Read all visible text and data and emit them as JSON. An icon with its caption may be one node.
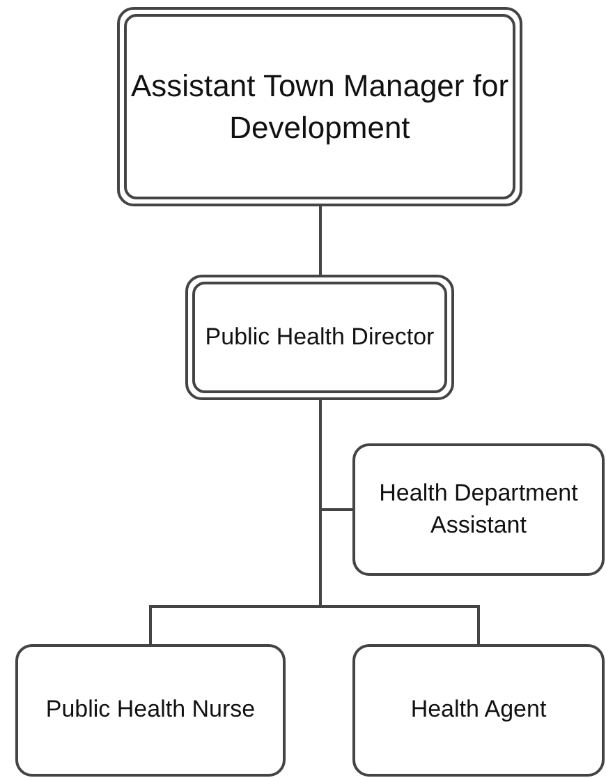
{
  "diagram": {
    "nodes": [
      {
        "text": [
          "Assistant Town Manager for Development"
        ]
      },
      {
        "text": [
          "Public Health Director"
        ]
      },
      {
        "text": [
          "Health Department Assistant"
        ]
      },
      {
        "text": [
          "Public Health Nurse"
        ]
      },
      {
        "text": [
          "Health Agent"
        ]
      }
    ],
    "edges": [
      {
        "from": 0,
        "to": 1,
        "arrow": "none"
      },
      {
        "from": 1,
        "to": 2,
        "arrow": "none"
      },
      {
        "from": 1,
        "to": 3,
        "arrow": "none"
      },
      {
        "from": 1,
        "to": 4,
        "arrow": "none"
      }
    ]
  }
}
